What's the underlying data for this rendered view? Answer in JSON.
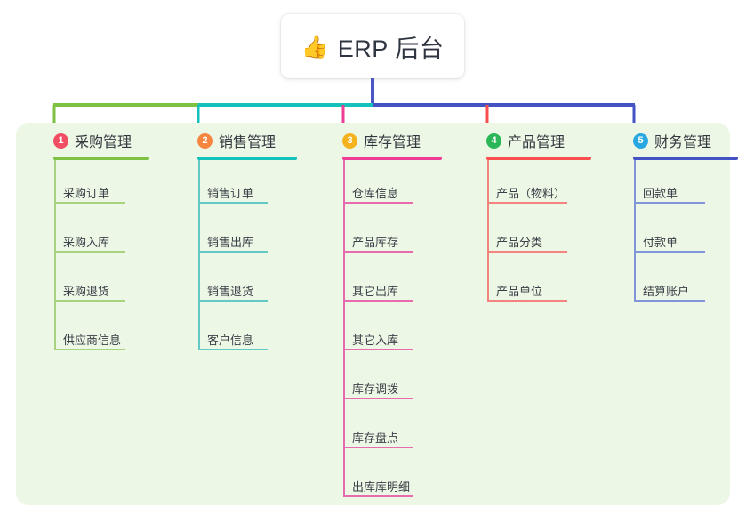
{
  "root": {
    "icon": "thumbs-up-icon",
    "emoji": "👍",
    "title": "ERP 后台"
  },
  "theme": {
    "page_background": "#ffffff",
    "panel_background": "#edf7e6",
    "root_stem_color": "#4a56c8",
    "text_color": "#3a4048"
  },
  "columns": [
    {
      "number": "1",
      "title": "采购管理",
      "badge_color": "#f24e63",
      "line_color": "#7dc242",
      "leaf_color": "#a8d27e",
      "items": [
        "采购订单",
        "采购入库",
        "采购退货",
        "供应商信息"
      ]
    },
    {
      "number": "2",
      "title": "销售管理",
      "badge_color": "#f5853f",
      "line_color": "#14c1bb",
      "leaf_color": "#63c9c4",
      "items": [
        "销售订单",
        "销售出库",
        "销售退货",
        "客户信息"
      ]
    },
    {
      "number": "3",
      "title": "库存管理",
      "badge_color": "#f5b21f",
      "line_color": "#ec3c96",
      "leaf_color": "#e86bae",
      "items": [
        "仓库信息",
        "产品库存",
        "其它出库",
        "其它入库",
        "库存调拨",
        "库存盘点",
        "出库库明细"
      ]
    },
    {
      "number": "4",
      "title": "产品管理",
      "badge_color": "#2bb757",
      "line_color": "#f8504f",
      "leaf_color": "#f4837f",
      "items": [
        "产品（物料）",
        "产品分类",
        "产品单位"
      ]
    },
    {
      "number": "5",
      "title": "财务管理",
      "badge_color": "#29a7e0",
      "line_color": "#4353c4",
      "leaf_color": "#8096d8",
      "items": [
        "回款单",
        "付款单",
        "结算账户"
      ]
    }
  ]
}
